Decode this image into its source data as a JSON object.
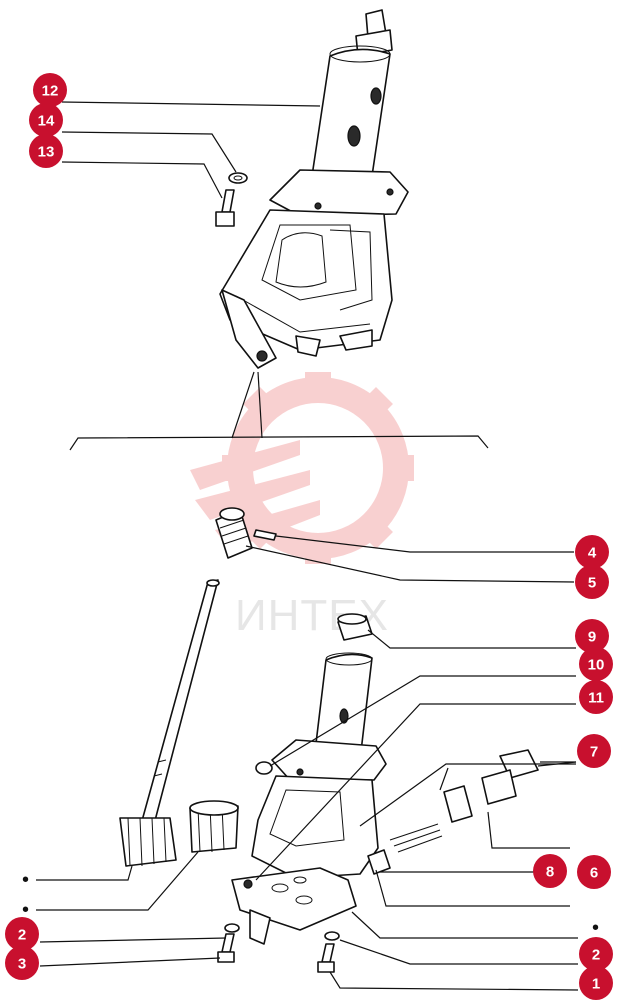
{
  "watermark": {
    "text": "ИНТЕХ",
    "color": "#f4b3b3"
  },
  "callout_color": "#c8102e",
  "callouts": [
    {
      "label": "12"
    },
    {
      "label": "14"
    },
    {
      "label": "13"
    },
    {
      "label": "4"
    },
    {
      "label": "5"
    },
    {
      "label": "9"
    },
    {
      "label": "10"
    },
    {
      "label": "11"
    },
    {
      "label": "7"
    },
    {
      "label": "8"
    },
    {
      "label": "6"
    },
    {
      "label": "2"
    },
    {
      "label": "3"
    },
    {
      "label": "2"
    },
    {
      "label": "1"
    }
  ],
  "marker_dots": [
    "•",
    "•",
    "•"
  ]
}
